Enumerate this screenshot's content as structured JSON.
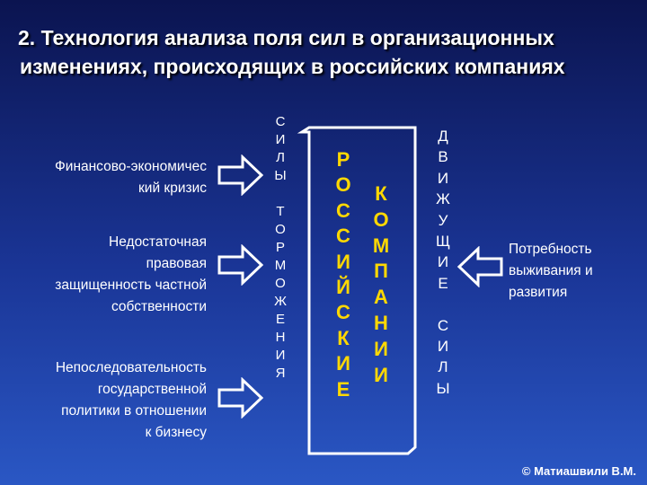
{
  "title": {
    "line1": "2. Технология анализа поля сил в организационных",
    "line2": "изменениях, происходящих в российских компаниях"
  },
  "left_factors": [
    {
      "lines": [
        "Финансово-экономичес",
        "кий кризис"
      ]
    },
    {
      "lines": [
        "Недостаточная",
        "правовая",
        "защищенность частной",
        "собственности"
      ]
    },
    {
      "lines": [
        "Непоследовательность",
        "государственной",
        "политики в отношении",
        "к бизнесу"
      ]
    }
  ],
  "right_factors": [
    {
      "lines": [
        "Потребность",
        "выживания и",
        "развития"
      ]
    }
  ],
  "restraining_label": [
    "С",
    "И",
    "Л",
    "Ы",
    "",
    "Т",
    "О",
    "Р",
    "М",
    "О",
    "Ж",
    "Е",
    "Н",
    "И",
    "Я"
  ],
  "driving_label": [
    "Д",
    "В",
    "И",
    "Ж",
    "У",
    "Щ",
    "И",
    "Е",
    "",
    "С",
    "И",
    "Л",
    "Ы"
  ],
  "center_col1": [
    "Р",
    "О",
    "С",
    "С",
    "И",
    "Й",
    "С",
    "К",
    "И",
    "Е"
  ],
  "center_col2": [
    "К",
    "О",
    "М",
    "П",
    "А",
    "Н",
    "И",
    "И"
  ],
  "copyright": "© Матиашвили В.М.",
  "colors": {
    "background_top": "#0b1450",
    "background_bottom": "#2a57c4",
    "accent": "#ffd800",
    "text": "#ffffff"
  }
}
